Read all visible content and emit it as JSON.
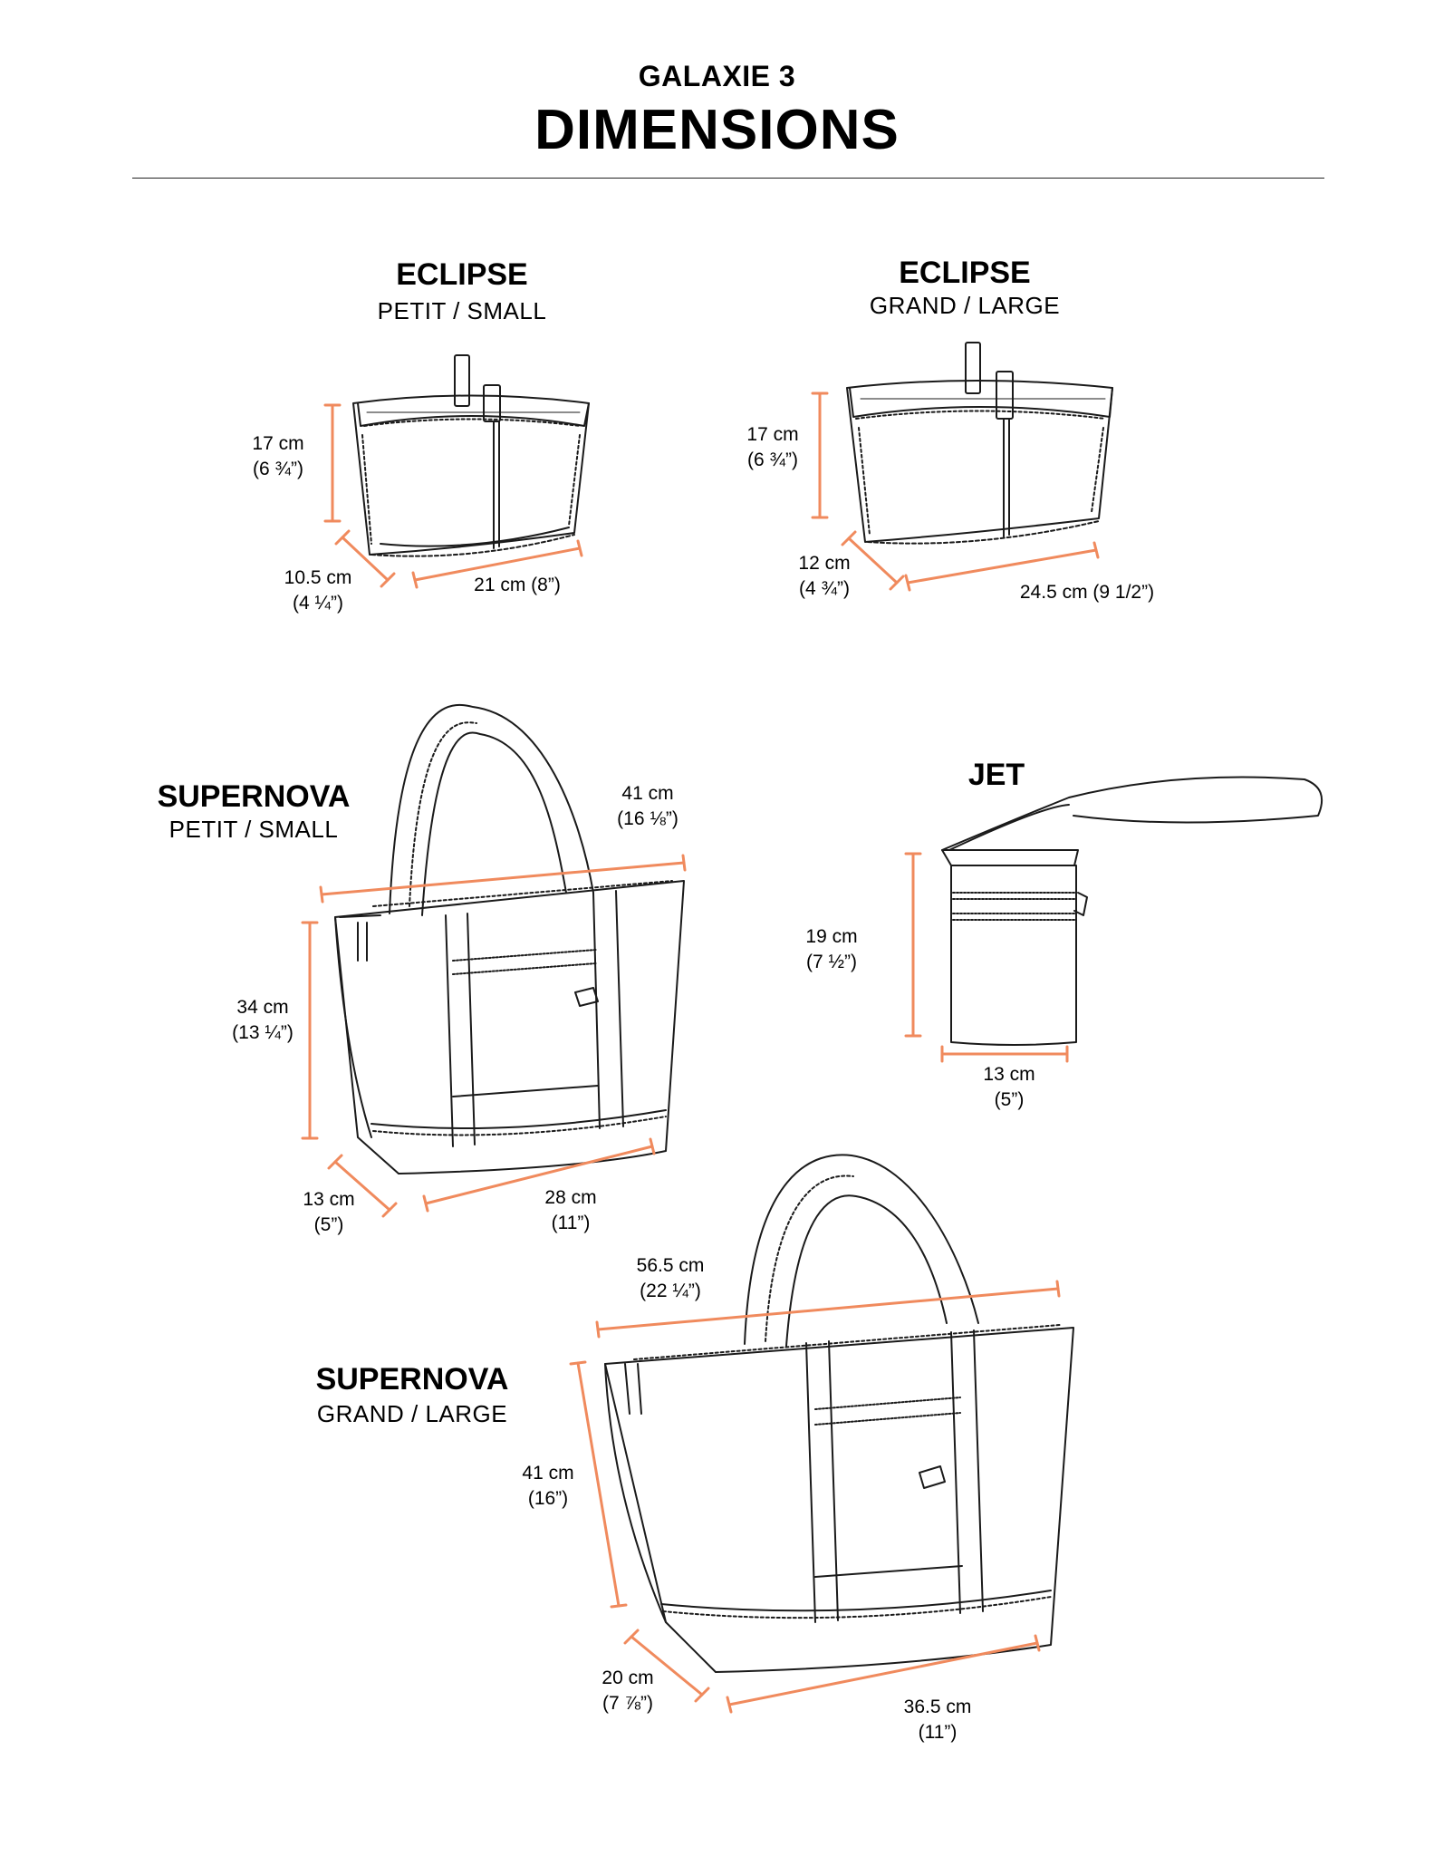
{
  "header": {
    "collection": "GALAXIE 3",
    "title": "DIMENSIONS"
  },
  "colors": {
    "measure": "#f08a5d",
    "outline": "#1a1a1a"
  },
  "products": {
    "eclipse_small": {
      "name": "ECLIPSE",
      "size": "PETIT / SMALL",
      "height": "17 cm",
      "height_in": "(6 ¾”)",
      "depth": "10.5 cm",
      "depth_in": "(4 ¼”)",
      "width": "21 cm (8”)"
    },
    "eclipse_large": {
      "name": "ECLIPSE",
      "size": "GRAND / LARGE",
      "height": "17 cm",
      "height_in": "(6 ¾”)",
      "depth": "12 cm",
      "depth_in": "(4 ¾”)",
      "width": "24.5 cm (9 1/2”)"
    },
    "supernova_small": {
      "name": "SUPERNOVA",
      "size": "PETIT / SMALL",
      "top_width": "41 cm",
      "top_width_in": "(16 ⅛”)",
      "height": "34 cm",
      "height_in": "(13 ¼”)",
      "depth": "13 cm",
      "depth_in": "(5”)",
      "width": "28 cm",
      "width_in": "(11”)"
    },
    "jet": {
      "name": "JET",
      "height": "19 cm",
      "height_in": "(7 ½”)",
      "width": "13 cm",
      "width_in": "(5”)"
    },
    "supernova_large": {
      "name": "SUPERNOVA",
      "size": "GRAND / LARGE",
      "top_width": "56.5 cm",
      "top_width_in": "(22 ¼”)",
      "height": "41 cm",
      "height_in": "(16”)",
      "depth": "20 cm",
      "depth_in": "(7 ⅞”)",
      "width": "36.5 cm",
      "width_in": "(11”)"
    }
  }
}
